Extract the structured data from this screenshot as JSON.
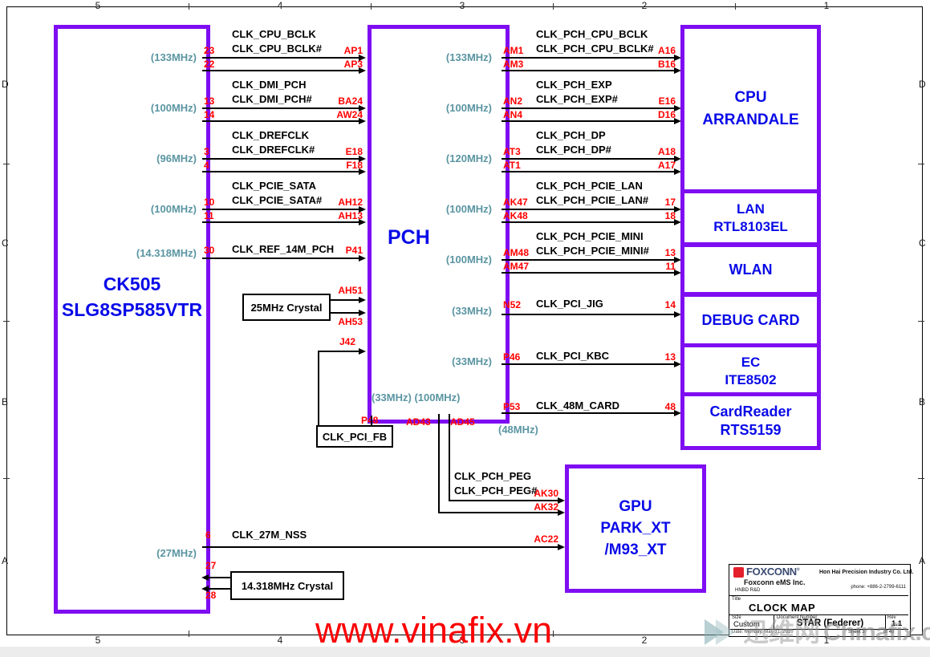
{
  "frame": {
    "zone_numbers": [
      "5",
      "4",
      "3",
      "2",
      "1"
    ],
    "zone_letters": [
      "D",
      "C",
      "B",
      "A"
    ]
  },
  "blocks": {
    "ck505": {
      "line1": "CK505",
      "line2": "SLG8SP585VTR"
    },
    "pch": {
      "label": "PCH"
    },
    "cpu": {
      "line1": "CPU",
      "line2": "ARRANDALE"
    },
    "lan": {
      "line1": "LAN",
      "line2": "RTL8103EL"
    },
    "wlan": {
      "line1": "WLAN"
    },
    "debug_card": {
      "line1": "DEBUG CARD"
    },
    "ec": {
      "line1": "EC",
      "line2": "ITE8502"
    },
    "card_reader": {
      "line1": "CardReader",
      "line2": "RTS5159"
    },
    "gpu": {
      "line1": "GPU",
      "line2": "PARK_XT",
      "line3": "/M93_XT"
    }
  },
  "left_pairs": [
    {
      "name": "CLK_CPU_BCLK",
      "name2": "CLK_CPU_BCLK#",
      "freq": "(133MHz)",
      "pin1": "23",
      "pin2": "22",
      "dst1": "AP1",
      "dst2": "AP3"
    },
    {
      "name": "CLK_DMI_PCH",
      "name2": "CLK_DMI_PCH#",
      "freq": "(100MHz)",
      "pin1": "13",
      "pin2": "14",
      "dst1": "BA24",
      "dst2": "AW24"
    },
    {
      "name": "CLK_DREFCLK",
      "name2": "CLK_DREFCLK#",
      "freq": "(96MHz)",
      "pin1": "3",
      "pin2": "4",
      "dst1": "E18",
      "dst2": "F18"
    },
    {
      "name": "CLK_PCIE_SATA",
      "name2": "CLK_PCIE_SATA#",
      "freq": "(100MHz)",
      "pin1": "10",
      "pin2": "11",
      "dst1": "AH12",
      "dst2": "AH13"
    }
  ],
  "ref14": {
    "name": "CLK_REF_14M_PCH",
    "freq": "(14.318MHz)",
    "pin": "30",
    "dst": "P41"
  },
  "crystal25": {
    "label": "25MHz Crystal",
    "dst1": "AH51",
    "dst2": "AH53"
  },
  "pci_fb": {
    "jumper": "J42",
    "pin": "P48",
    "box_label": "CLK_PCI_FB"
  },
  "pch_bottom": {
    "freqs": "(33MHz) (100MHz)",
    "pin_left": "AD43",
    "pin_right": "AD45"
  },
  "right_pairs": [
    {
      "name": "CLK_PCH_CPU_BCLK",
      "name2": "CLK_PCH_CPU_BCLK#",
      "freq": "(133MHz)",
      "src1": "AM1",
      "src2": "AM3",
      "dst1": "A16",
      "dst2": "B16"
    },
    {
      "name": "CLK_PCH_EXP",
      "name2": "CLK_PCH_EXP#",
      "freq": "(100MHz)",
      "src1": "AN2",
      "src2": "AN4",
      "dst1": "E16",
      "dst2": "D16"
    },
    {
      "name": "CLK_PCH_DP",
      "name2": "CLK_PCH_DP#",
      "freq": "(120MHz)",
      "src1": "AT3",
      "src2": "AT1",
      "dst1": "A18",
      "dst2": "A17"
    },
    {
      "name": "CLK_PCH_PCIE_LAN",
      "name2": "CLK_PCH_PCIE_LAN#",
      "freq": "(100MHz)",
      "src1": "AK47",
      "src2": "AK48",
      "dst1": "17",
      "dst2": "18"
    },
    {
      "name": "CLK_PCH_PCIE_MINI",
      "name2": "CLK_PCH_PCIE_MINI#",
      "freq": "(100MHz)",
      "src1": "AM48",
      "src2": "AM47",
      "dst1": "13",
      "dst2": "11"
    }
  ],
  "right_singles": [
    {
      "name": "CLK_PCI_JIG",
      "freq": "(33MHz)",
      "src": "N52",
      "dst": "14"
    },
    {
      "name": "CLK_PCI_KBC",
      "freq": "(33MHz)",
      "src": "P46",
      "dst": "13"
    },
    {
      "name": "CLK_48M_CARD",
      "freq_below": "(48MHz)",
      "src": "P53",
      "dst": "48"
    }
  ],
  "gpu_signals": {
    "name": "CLK_PCH_PEG",
    "name2": "CLK_PCH_PEG#",
    "dst1": "AK30",
    "dst2": "AK32",
    "ac22": "AC22"
  },
  "nss": {
    "name": "CLK_27M_NSS",
    "freq": "(27MHz)",
    "pin": "6"
  },
  "crystal14": {
    "label": "14.318MHz Crystal",
    "pin1": "27",
    "pin2": "28"
  },
  "title_block": {
    "logo_text": "FOXCONN",
    "reg": "®",
    "company1": "Foxconn eMS Inc.",
    "company2": "HNBD R&D",
    "company3": "Hon Hai Precision Industry Co. Ltd.",
    "phone": "phone:  +886-2-2799-6111",
    "title_label": "Title",
    "title": "CLOCK MAP",
    "size_label": "Size",
    "size": "Custom",
    "doc_label": "Document Number",
    "doc": "STAR (Federer)",
    "rev_label": "Rev",
    "rev": "1.1",
    "date": "Date:  Monday, May 31, 2010",
    "sheet": "Sheet 3",
    "sheet_of": "of  40"
  },
  "watermarks": {
    "vinafix": "www.vinafix.vn",
    "chinafix_cn": "迅维网",
    "chinafix": "Chinafix.com"
  },
  "colors": {
    "block_border": "#7e0df2",
    "block_text": "#0909e8",
    "pin_text": "#ff0000",
    "freq_text": "#5a95a2"
  }
}
